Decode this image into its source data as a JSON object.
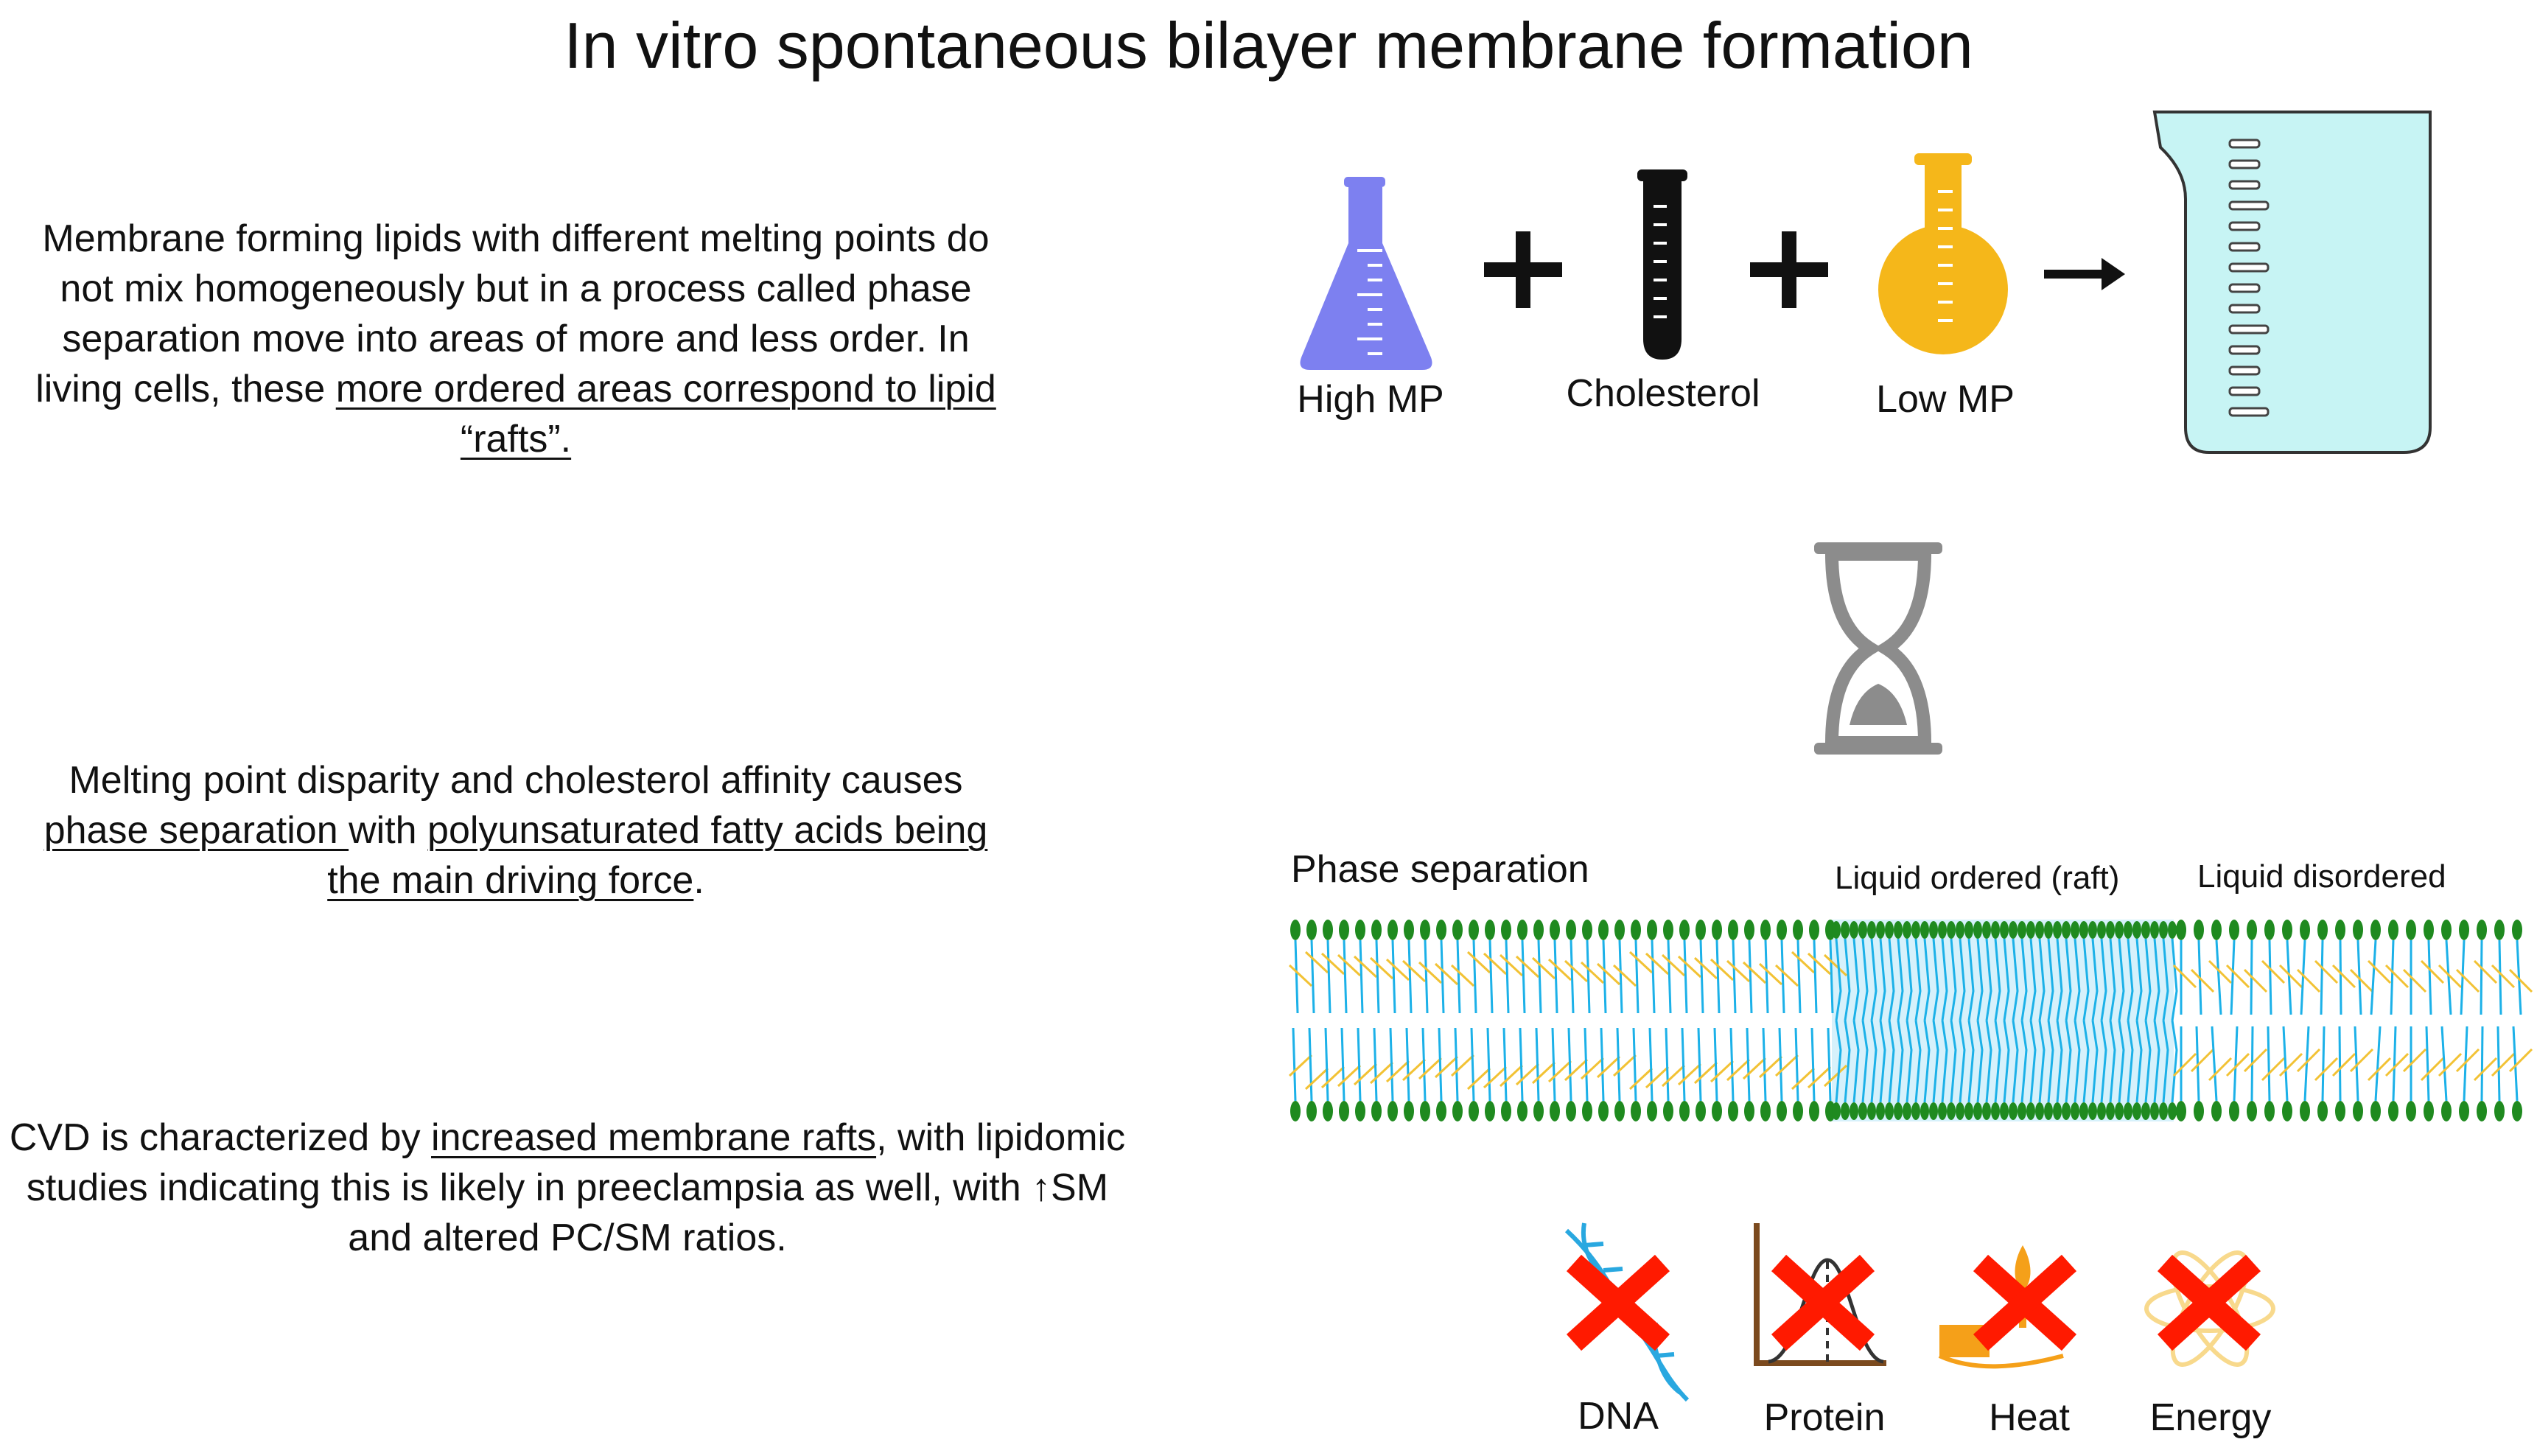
{
  "title": "In vitro spontaneous bilayer membrane formation",
  "left_text": {
    "p1": {
      "plain": "Membrane forming lipids with different melting points do not mix homogeneously but in a process called phase separation move into areas of more and less order.  In living cells, these ",
      "underlined": "more ordered areas correspond to lipid “rafts”."
    },
    "p2": {
      "plain_a": "Melting point disparity and cholesterol affinity causes ",
      "underlined_a": "phase separation ",
      "plain_b": "with  ",
      "underlined_b": "polyunsaturated fatty acids being the main driving force",
      "plain_c": "."
    },
    "p3": {
      "plain_a": "CVD is characterized by ",
      "underlined_a": "increased membrane rafts",
      "plain_b": ", with lipidomic studies indicating this is likely in preeclampsia as well, with ↑SM and altered PC/SM ratios."
    }
  },
  "reagents": {
    "high_mp": "High MP",
    "cholesterol": "Cholesterol",
    "low_mp": "Low MP",
    "plus": "+",
    "arrow": "→"
  },
  "membrane": {
    "heading": "Phase separation",
    "ordered_label": "Liquid ordered (raft)",
    "disordered_label": "Liquid disordered"
  },
  "not_required": [
    "DNA",
    "Protein",
    "Heat",
    "Energy"
  ],
  "colors": {
    "flask_high": "#7d80f0",
    "flask_low": "#f5b71a",
    "beaker": "#c7f4f4",
    "head_group": "#1f8a1f",
    "tail_saturated": "#1cb1e8",
    "tail_unsaturated": "#f2c234",
    "cross": "#ff1a00",
    "hourglass": "#8c8c8c"
  }
}
